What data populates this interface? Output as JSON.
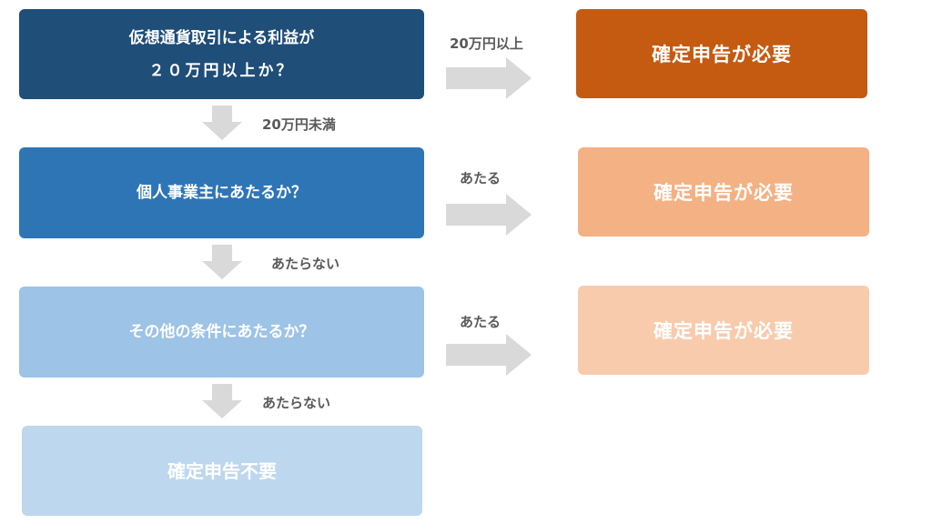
{
  "nodes": {
    "q1": {
      "line1": "仮想通貨取引による利益が",
      "line2": "２０万円以上か？",
      "color": "#1f4e79"
    },
    "q2": {
      "text": "個人事業主にあたるか？",
      "color": "#2e75b6"
    },
    "q3": {
      "text": "その他の条件にあたるか？",
      "color": "#9dc3e6"
    },
    "end_no": {
      "text": "確定申告不要",
      "color": "#bdd7ee"
    },
    "r1": {
      "text": "確定申告が必要",
      "color": "#c55a11"
    },
    "r2": {
      "text": "確定申告が必要",
      "color": "#f4b183"
    },
    "r3": {
      "text": "確定申告が必要",
      "color": "#f8cbad"
    }
  },
  "edges": {
    "q1_yes": "20万円以上",
    "q1_no": "20万円未満",
    "q2_yes": "あたる",
    "q2_no": "あたらない",
    "q3_yes": "あたる",
    "q3_no": "あたらない"
  },
  "arrow_color": "#d9d9d9",
  "label_color": "#595959"
}
